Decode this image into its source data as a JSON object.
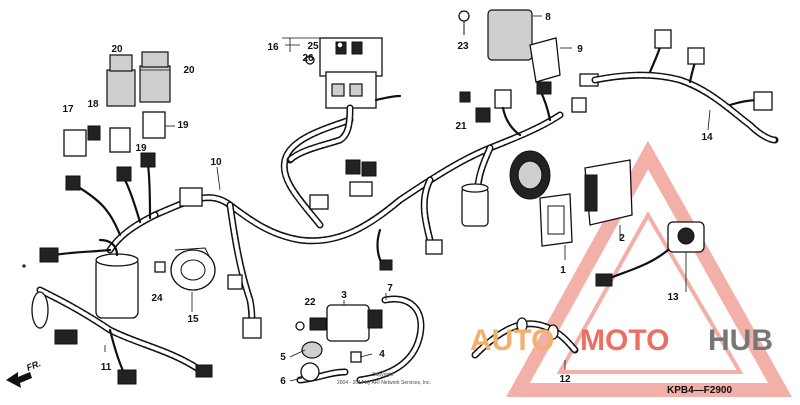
{
  "diagram": {
    "code": "KPB4—F2900",
    "copyright_line1": "Copyright",
    "copyright_line2": "2004 - 2014 by ARI Network Services, Inc.",
    "direction_label": "FR.",
    "watermark": {
      "part1": "AUTO",
      "part2": "MOTO",
      "part3": "HUB"
    },
    "colors": {
      "watermark_orange": "#f2b16a",
      "watermark_red": "#e97062",
      "watermark_grey": "#777777"
    },
    "parts": {
      "p1": "1",
      "p2": "2",
      "p3": "3",
      "p4": "4",
      "p5": "5",
      "p6": "6",
      "p7": "7",
      "p8": "8",
      "p9": "9",
      "p10": "10",
      "p11": "11",
      "p12": "12",
      "p13": "13",
      "p14": "14",
      "p15": "15",
      "p16": "16",
      "p17": "17",
      "p18": "18",
      "p19a": "19",
      "p19b": "19",
      "p20a": "20",
      "p20b": "20",
      "p21": "21",
      "p22": "22",
      "p23": "23",
      "p24": "24",
      "p25": "25",
      "p26": "26"
    }
  }
}
